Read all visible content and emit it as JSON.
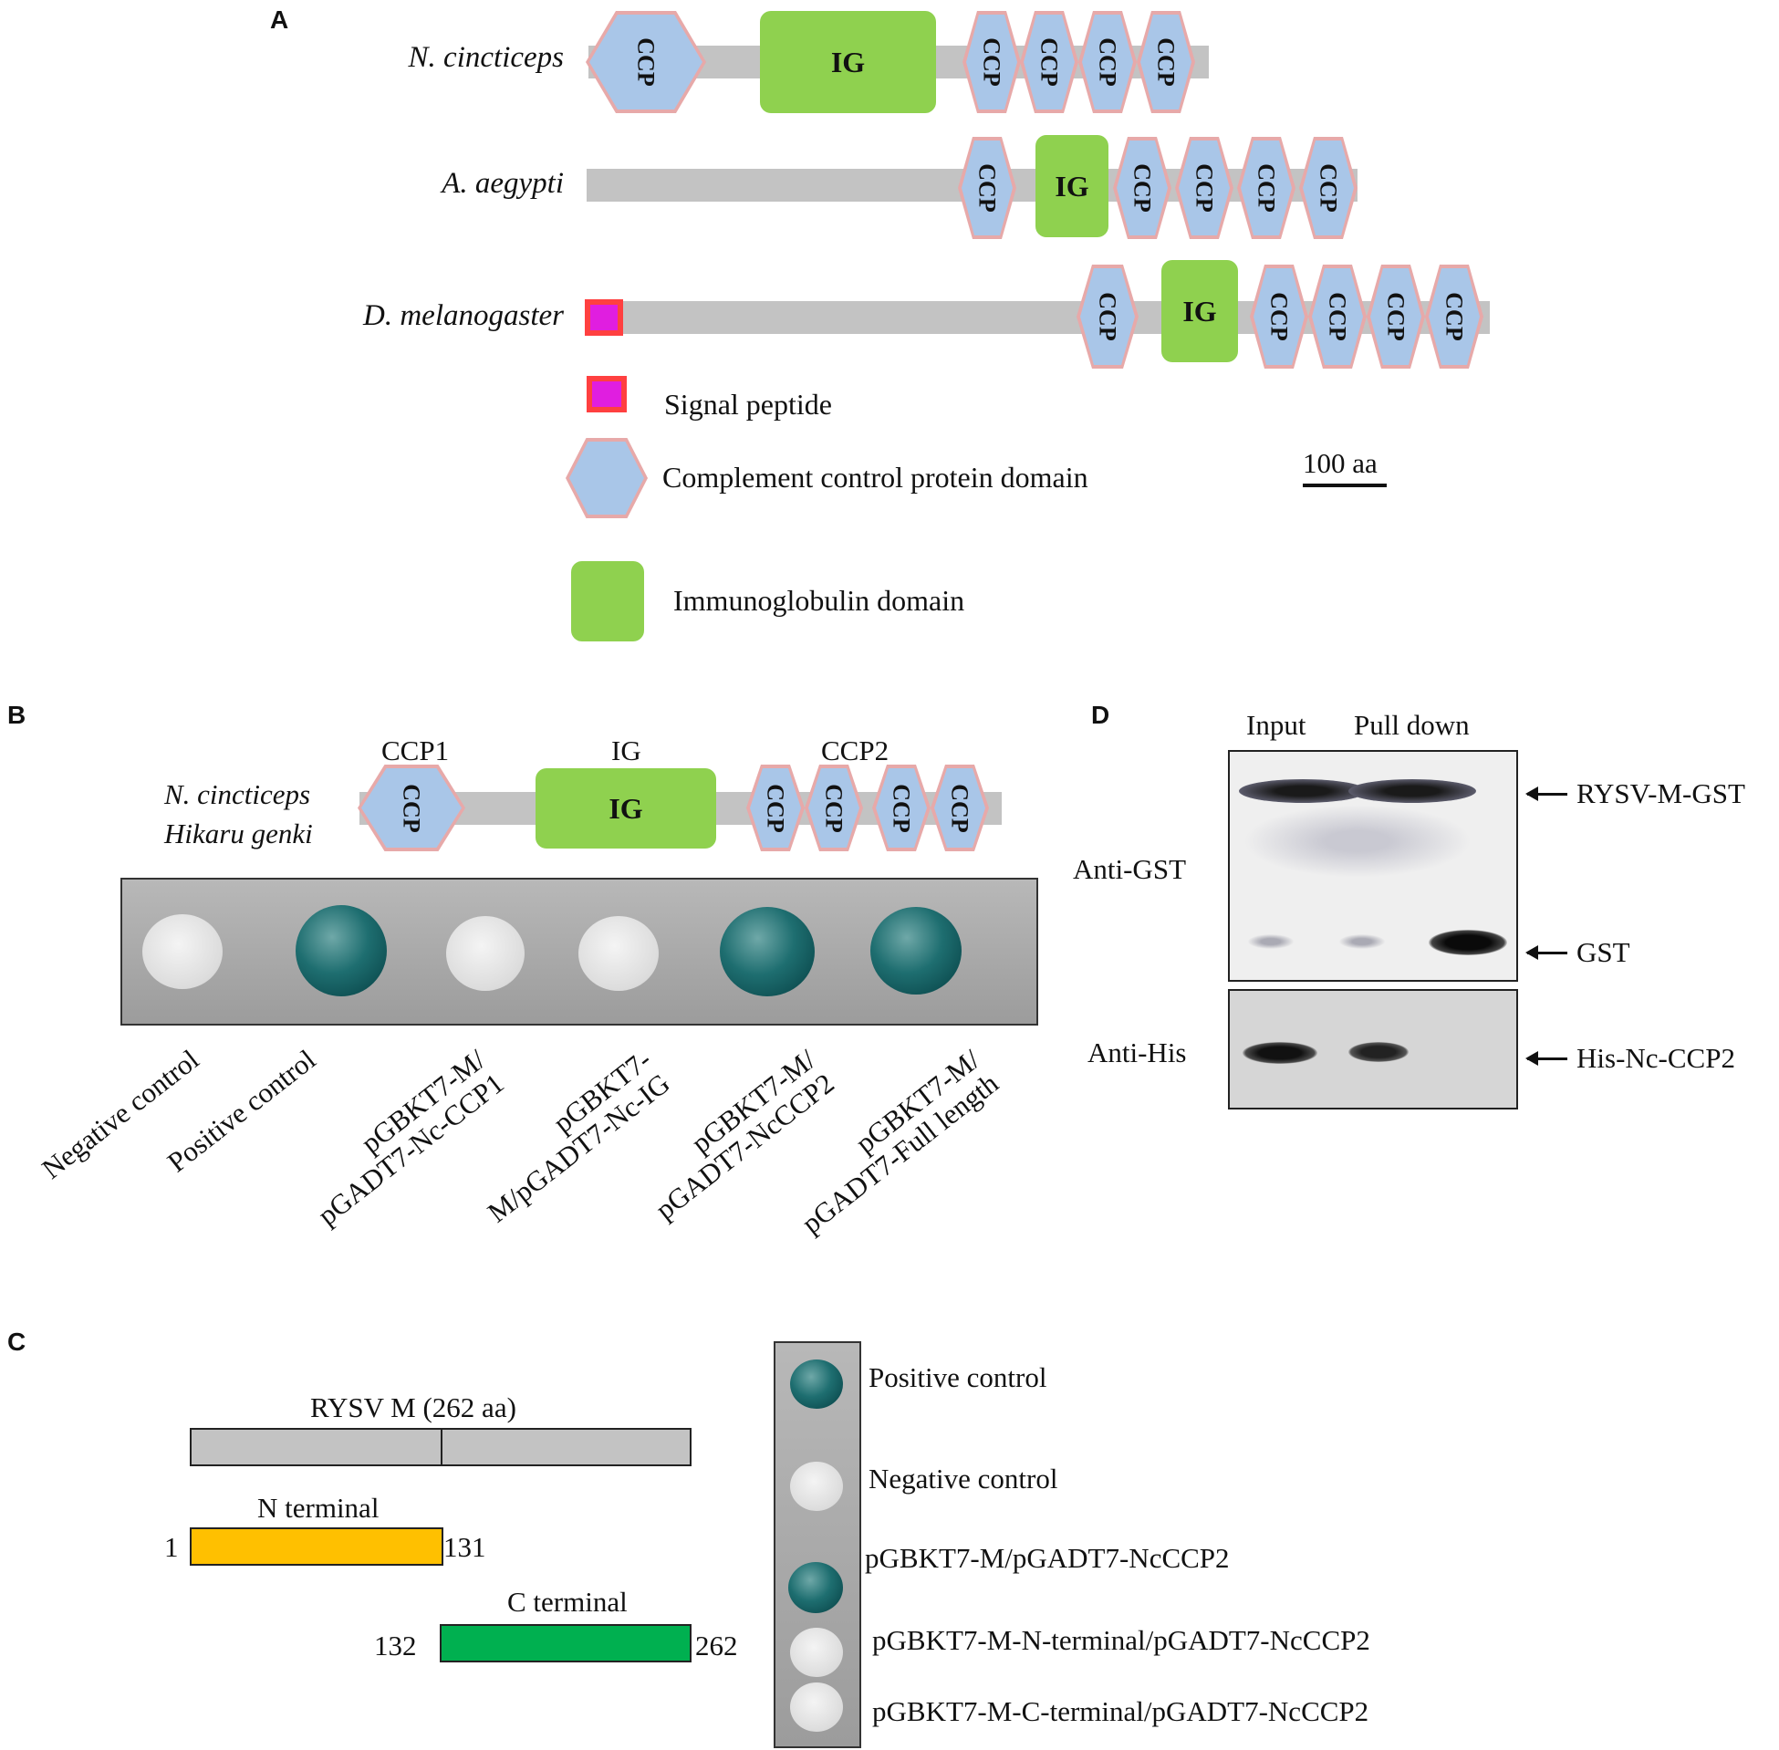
{
  "panelA": {
    "letter": "A",
    "species": [
      "N. cincticeps",
      "A. aegypti",
      "D. melanogaster"
    ],
    "ccp_label": "CCP",
    "ig_label": "IG",
    "legend": {
      "signal": "Signal peptide",
      "ccp": "Complement control protein domain",
      "ig": "Immunoglobulin domain"
    },
    "scale": "100 aa"
  },
  "panelB": {
    "letter": "B",
    "species_line1": "N. cincticeps",
    "species_line2": "Hikaru genki",
    "domain_titles": [
      "CCP1",
      "IG",
      "CCP2"
    ],
    "labels": [
      "Negative control",
      "Positive control",
      "pGBKT7-M/\npGADT7-Nc-CCP1",
      "pGBKT7-\nM/pGADT7-Nc-IG",
      "pGBKT7-M/\npGADT7-NcCCP2",
      "pGBKT7-M/\npGADT7-Full length"
    ]
  },
  "panelC": {
    "letter": "C",
    "full_title": "RYSV M (262 aa)",
    "n_title": "N terminal",
    "n_start": "1",
    "n_end": "131",
    "c_title": "C terminal",
    "c_start": "132",
    "c_end": "262",
    "spot_labels": [
      "Positive control",
      "Negative control",
      "pGBKT7-M/pGADT7-NcCCP2",
      "pGBKT7-M-N-terminal/pGADT7-NcCCP2",
      "pGBKT7-M-C-terminal/pGADT7-NcCCP2"
    ]
  },
  "panelD": {
    "letter": "D",
    "col_input": "Input",
    "col_pull": "Pull down",
    "row_gst": "Anti-GST",
    "row_his": "Anti-His",
    "band_rysv": "RYSV-M-GST",
    "band_gst": "GST",
    "band_his": "His-Nc-CCP2"
  },
  "colors": {
    "ccp_fill": "#a9c6e8",
    "ccp_border": "#e7a9a9",
    "ig_fill": "#8fd14f",
    "n_terminal": "#ffc000",
    "c_terminal": "#00b050",
    "blue_colony": "#1e6e70"
  }
}
